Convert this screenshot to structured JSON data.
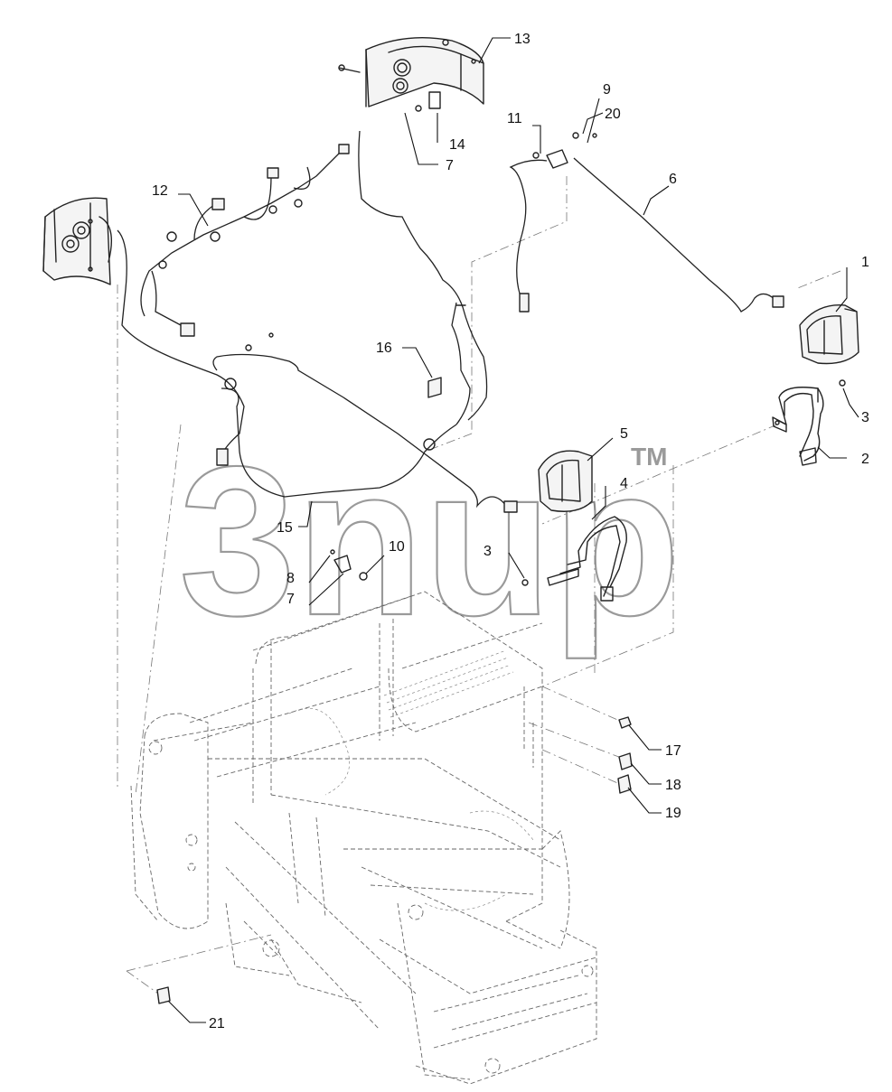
{
  "diagram": {
    "watermark": {
      "text": "3nup",
      "trademark": "TM"
    },
    "callouts": [
      {
        "id": "c1",
        "label": "1"
      },
      {
        "id": "c2",
        "label": "2"
      },
      {
        "id": "c3a",
        "label": "3"
      },
      {
        "id": "c3b",
        "label": "3"
      },
      {
        "id": "c4",
        "label": "4"
      },
      {
        "id": "c5",
        "label": "5"
      },
      {
        "id": "c6",
        "label": "6"
      },
      {
        "id": "c7a",
        "label": "7"
      },
      {
        "id": "c7b",
        "label": "7"
      },
      {
        "id": "c8",
        "label": "8"
      },
      {
        "id": "c9",
        "label": "9"
      },
      {
        "id": "c10",
        "label": "10"
      },
      {
        "id": "c11",
        "label": "11"
      },
      {
        "id": "c12",
        "label": "12"
      },
      {
        "id": "c13",
        "label": "13"
      },
      {
        "id": "c14",
        "label": "14"
      },
      {
        "id": "c15",
        "label": "15"
      },
      {
        "id": "c16",
        "label": "16"
      },
      {
        "id": "c17",
        "label": "17"
      },
      {
        "id": "c18",
        "label": "18"
      },
      {
        "id": "c19",
        "label": "19"
      },
      {
        "id": "c20",
        "label": "20"
      },
      {
        "id": "c21",
        "label": "21"
      }
    ]
  }
}
